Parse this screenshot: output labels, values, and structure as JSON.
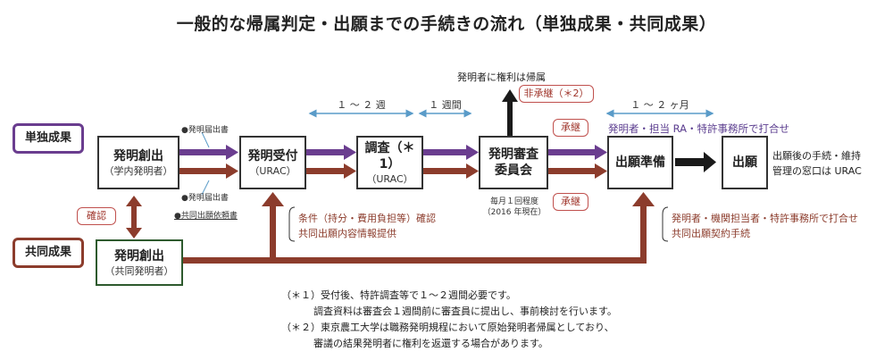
{
  "title": "一般的な帰属判定・出願までの手続きの流れ（単独成果・共同成果）",
  "tags": {
    "single": "単独成果",
    "joint": "共同成果"
  },
  "boxes": {
    "invention_single": {
      "main": "発明創出",
      "sub": "（学内発明者）"
    },
    "invention_joint": {
      "main": "発明創出",
      "sub": "（共同発明者）"
    },
    "reception": {
      "main": "発明受付",
      "sub": "（URAC）"
    },
    "survey": {
      "main": "調査（＊1）",
      "sub": "（URAC）"
    },
    "committee": {
      "main1": "発明審査",
      "main2": "委員会"
    },
    "filing_prep": {
      "main": "出願準備"
    },
    "filing": {
      "main": "出願"
    }
  },
  "labels": {
    "doc_report_top": "●発明届出書",
    "doc_report_bottom": "●発明届出書",
    "doc_joint_request": "●共同出願依頼書",
    "confirm": "確認",
    "conditions_line1": "条件（持分・費用負担等）確認",
    "conditions_line2": "共同出願内容情報提供",
    "committee_schedule_line1": "毎月１回程度",
    "committee_schedule_line2": "（2016 年現在）",
    "inventor_rights": "発明者に権利は帰属",
    "no_succession": "非承継（＊2）",
    "succession_top": "承継",
    "succession_bottom": "承継",
    "purple_meeting": "発明者・担当 RA・特許事務所で打合せ",
    "brown_meeting_line1": "発明者・機関担当者・特許事務所で打合せ",
    "brown_meeting_line2": "共同出願契約手続",
    "after_filing_line1": "出願後の手続・維持",
    "after_filing_line2": "管理の窓口は URAC",
    "dur_1_2_weeks": "１ ～ ２ 週",
    "dur_1_week": "１ 週間",
    "dur_1_2_months": "１ ～ ２ ヶ月"
  },
  "notes": {
    "n1_line1": "（＊１）受付後、特許調査等で１～２週間必要です。",
    "n1_line2": "調査資料は審査会１週間前に審査員に提出し、事前検討を行います。",
    "n2_line1": "（＊２）東京農工大学は職務発明規程において原始発明者帰属としており、",
    "n2_line2": "審議の結果発明者に権利を返還する場合があります。"
  },
  "colors": {
    "purple": "#6a3d8f",
    "brown": "#8c3c2c",
    "black": "#1a1a1a",
    "blue": "#5a9bc8"
  }
}
